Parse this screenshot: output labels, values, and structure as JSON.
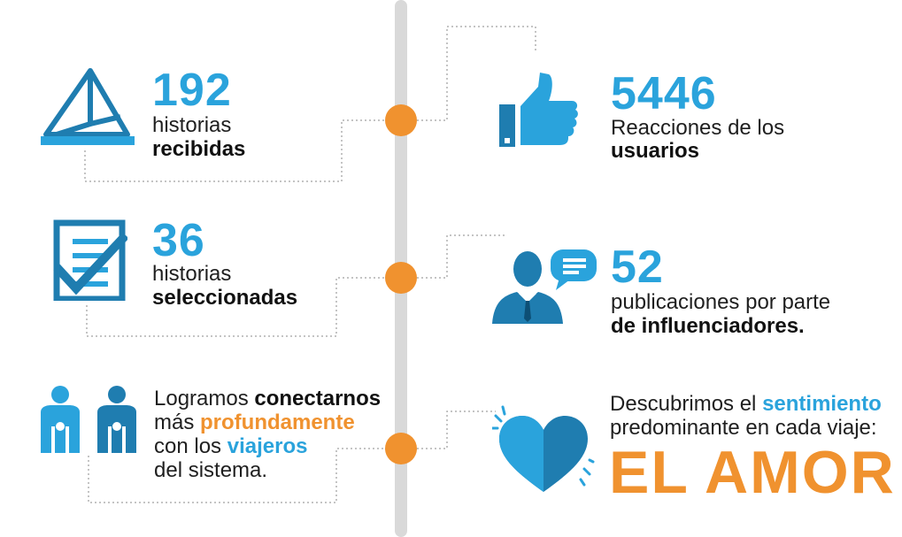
{
  "colors": {
    "blue": "#2aa3dc",
    "dark_blue": "#1f7db0",
    "orange": "#f0922f",
    "line": "#d9d9d9",
    "text": "#1f1f1f"
  },
  "stats": [
    {
      "icon": "envelope-icon",
      "value": "192",
      "line1": "historias",
      "line2": "recibidas"
    },
    {
      "icon": "checklist-icon",
      "value": "36",
      "line1": "historias",
      "line2": "seleccionadas"
    },
    {
      "icon": "thumbs-up-icon",
      "value": "5446",
      "line1": "Reacciones de los",
      "line2": "usuarios"
    },
    {
      "icon": "influencer-icon",
      "value": "52",
      "line1": "publicaciones por parte",
      "line2": "de influenciadores."
    }
  ],
  "connect": {
    "icon": "travelers-icon",
    "p1": "Logramos ",
    "b1": "conectarnos",
    "p2": "más ",
    "o1": "profundamente",
    "p3": "con los ",
    "bl1": "viajeros",
    "p4": "del sistema."
  },
  "feeling": {
    "icon": "heart-icon",
    "p1": "Descubrimos el ",
    "bl1": "sentimiento",
    "p2": "predominante en cada viaje:",
    "headline": "EL AMOR"
  }
}
